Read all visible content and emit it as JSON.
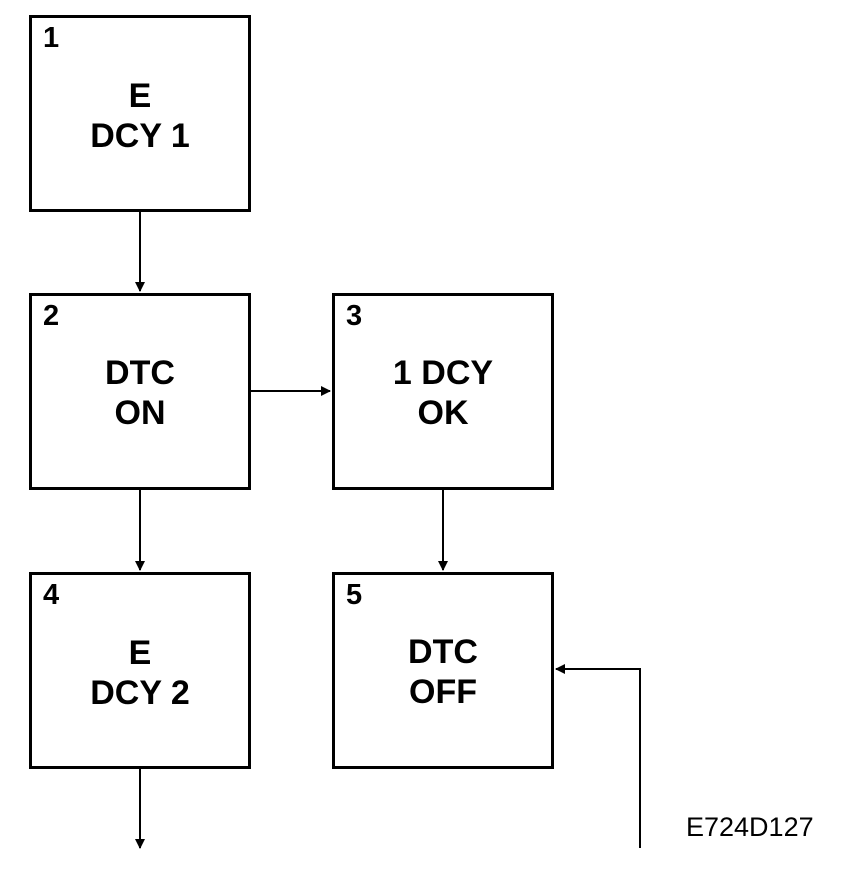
{
  "boxes": [
    {
      "number": "1",
      "line1": "E",
      "line2": "DCY 1"
    },
    {
      "number": "2",
      "line1": "DTC",
      "line2": "ON"
    },
    {
      "number": "3",
      "line1": "1 DCY",
      "line2": "OK"
    },
    {
      "number": "4",
      "line1": "E",
      "line2": "DCY 2"
    },
    {
      "number": "5",
      "line1": "DTC",
      "line2": "OFF"
    }
  ],
  "figure_code": "E724D127"
}
